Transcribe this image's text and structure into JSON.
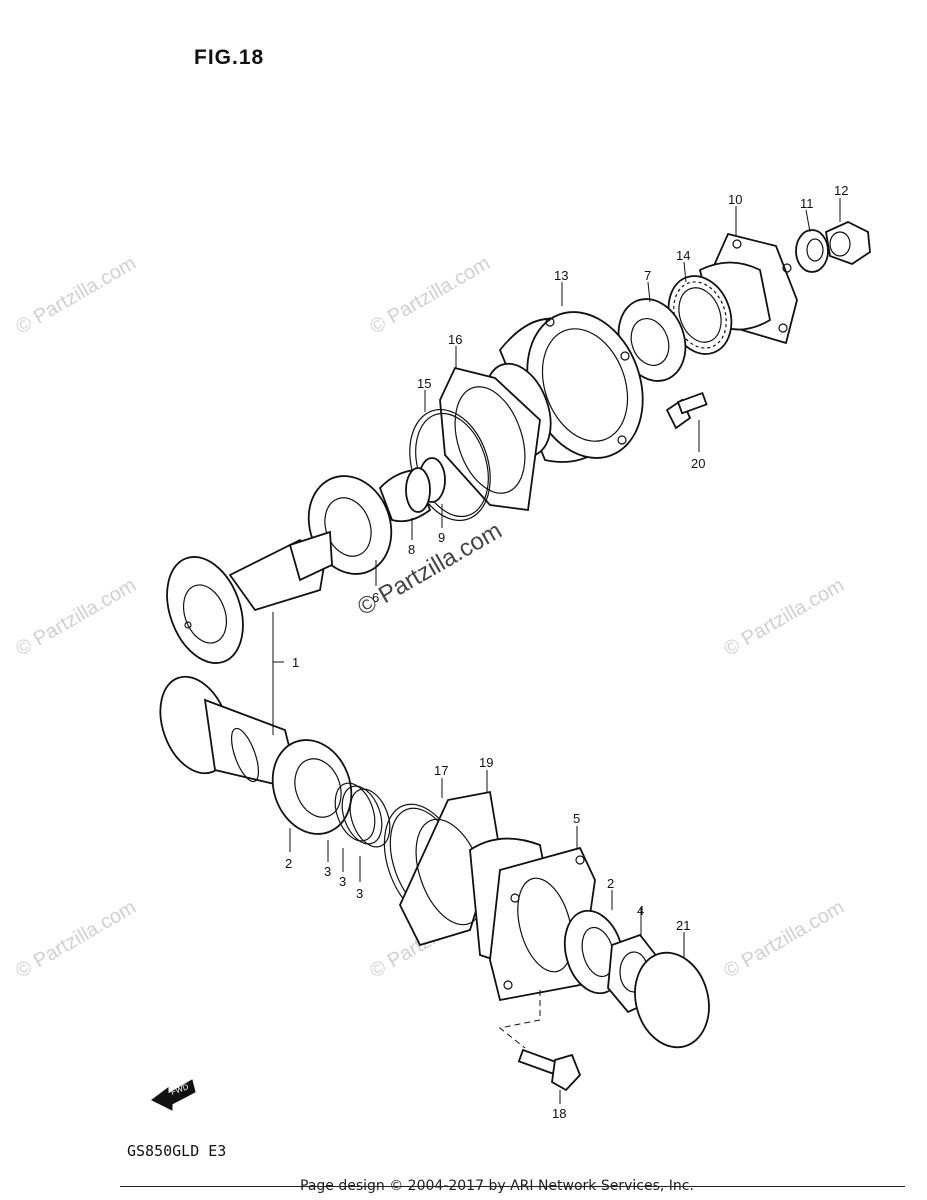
{
  "figure": {
    "title": "FIG.18"
  },
  "model_code": "GS850GLD E3",
  "footer": {
    "copyright": "Page design © 2004-2017 by ARI Network Services, Inc."
  },
  "watermark": {
    "text": "© Partzilla.com"
  },
  "fwd_arrow": {
    "label": "FWD"
  },
  "callouts": {
    "c1": "1",
    "c2a": "2",
    "c2b": "2",
    "c3a": "3",
    "c3b": "3",
    "c3c": "3",
    "c4": "4",
    "c5": "5",
    "c6": "6",
    "c7": "7",
    "c8": "8",
    "c9": "9",
    "c10": "10",
    "c11": "11",
    "c12": "12",
    "c13": "13",
    "c14": "14",
    "c15": "15",
    "c16": "16",
    "c17": "17",
    "c18": "18",
    "c19": "19",
    "c20": "20",
    "c21": "21"
  }
}
